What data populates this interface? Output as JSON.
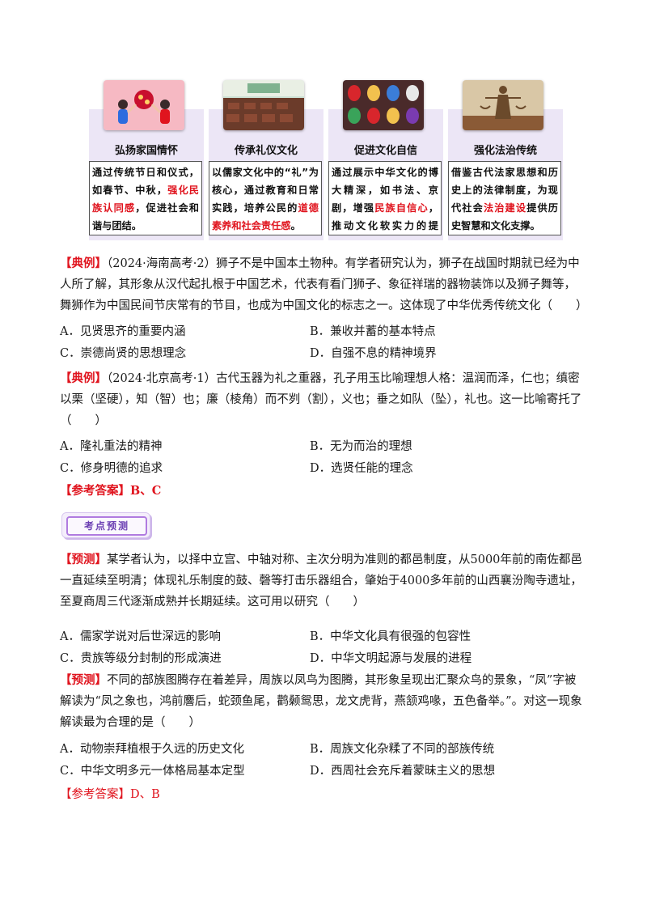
{
  "cards": [
    {
      "title": "弘扬家国情怀",
      "body": [
        [
          "通过传统节日和仪式，如春节、中秋，",
          false
        ],
        [
          "强化民族认同感",
          true
        ],
        [
          "，促进社会和谐与团结。",
          false
        ]
      ]
    },
    {
      "title": "传承礼仪文化",
      "body": [
        [
          "以儒家文化中的“礼”为核心，通过教育和日常实践，培养公民的",
          false
        ],
        [
          "道德素养和社会责任感",
          true
        ],
        [
          "。",
          false
        ]
      ]
    },
    {
      "title": "促进文化自信",
      "body": [
        [
          "通过展示中华文化的博大精深，如书法、京剧，增强",
          false
        ],
        [
          "民族自信心",
          true
        ],
        [
          "，推动文化软实力的提升。",
          false
        ]
      ]
    },
    {
      "title": "强化法治传统",
      "body": [
        [
          "借鉴古代法家思想和历史上的法律制度，为现代社会",
          false
        ],
        [
          "法治建设",
          true
        ],
        [
          "提供历史智慧和文化支撑。",
          false
        ]
      ]
    }
  ],
  "q1": {
    "tag": "【典例】",
    "text": "（2024·海南高考·2）狮子不是中国本土物种。有学者研究认为，狮子在战国时期就已经为中人所了解，其形象从汉代起扎根于中国艺术，代表有看门狮子、象征祥瑞的器物装饰以及狮子舞等，舞狮作为中国民间节庆常有的节目，也成为中国文化的标志之一。这体现了中华优秀传统文化（　　）",
    "options": [
      "A．见贤思齐的重要内涵",
      "B．兼收并蓄的基本特点",
      "C．崇德尚贤的思想理念",
      "D．自强不息的精神境界"
    ]
  },
  "q2": {
    "tag": "【典例】",
    "text": "（2024·北京高考·1）古代玉器为礼之重器，孔子用玉比喻理想人格：温润而泽，仁也；缜密以栗（坚硬），知（智）也；廉（棱角）而不刿（割），义也；垂之如队（坠），礼也。这一比喻寄托了（　　）",
    "options": [
      "A．隆礼重法的精神",
      "B．无为而治的理想",
      "C．修身明德的追求",
      "D．选贤任能的理念"
    ]
  },
  "answer1": "【参考答案】B、C",
  "badge": "考点预测",
  "q3": {
    "tag": "【预测】",
    "text": "某学者认为，以择中立宫、中轴对称、主次分明为准则的都邑制度，从5000年前的南佐都邑一直延续至明清；体现礼乐制度的鼓、磬等打击乐器组合，肇始于4000多年前的山西襄汾陶寺遗址，至夏商周三代逐渐成熟并长期延续。这可用以研究（　　）",
    "options": [
      "A．儒家学说对后世深远的影响",
      "B．中华文化具有很强的包容性",
      "C．贵族等级分封制的形成演进",
      "D．中华文明起源与发展的进程"
    ]
  },
  "q4": {
    "tag": "【预测】",
    "text": "不同的部族图腾存在着差异，周族以凤鸟为图腾，其形象呈现出汇聚众鸟的景象，“凤”字被解读为“凤之象也，鸿前麐后，蛇颈鱼尾，鹳颡鸳思，龙文虎背，燕颔鸡喙，五色备举。”。对这一现象解读最为合理的是（　　）",
    "options": [
      "A．动物崇拜植根于久远的历史文化",
      "B．周族文化杂糅了不同的部族传统",
      "C．中华文明多元一体格局基本定型",
      "D．西周社会充斥着蒙昧主义的思想"
    ]
  },
  "answer2": "【参考答案】D、B",
  "colors": {
    "accent_red": "#e0141e",
    "card_band": "#ece6f6",
    "badge_purple": "#b07be0"
  }
}
